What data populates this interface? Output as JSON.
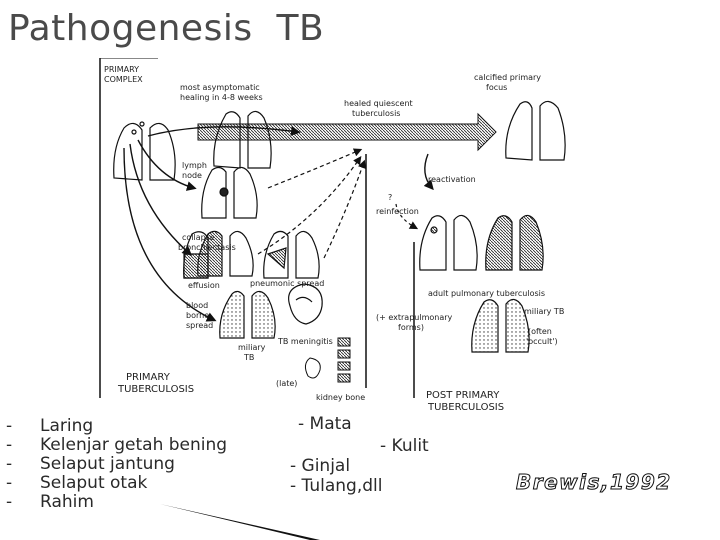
{
  "title": "Pathogenesis  TB",
  "diagram": {
    "primary_complex": [
      "PRIMARY",
      "COMPLEX"
    ],
    "most_asymptomatic": [
      "most asymptomatic",
      "healing in 4-8 weeks"
    ],
    "healed_quiescent": [
      "healed quiescent",
      "tuberculosis"
    ],
    "calcified_primary": [
      "calcified primary",
      "focus"
    ],
    "lymph_node": [
      "lymph",
      "node"
    ],
    "reactivation": "reactivation",
    "reinfection_q": "?",
    "reinfection": "reinfection",
    "collapse": [
      "collapse",
      "bronchiectasis"
    ],
    "effusion": "effusion",
    "pneumonic_spread": "pneumonic spread",
    "adult_pulmonary": "adult pulmonary tuberculosis",
    "blood_borne": [
      "blood",
      "borne",
      "spread"
    ],
    "miliary_tb_left": [
      "miliary",
      "TB"
    ],
    "tb_meningitis": "TB meningitis",
    "extrapulmonary": [
      "(+ extrapulmonary",
      "forms)"
    ],
    "miliary_tb_right": [
      "miliary TB",
      "(often",
      "'occult')"
    ],
    "late": "(late)",
    "kidney_bone": "kidney bone",
    "primary_tb": [
      "PRIMARY",
      "TUBERCULOSIS"
    ],
    "post_primary_tb": [
      "POST PRIMARY",
      "TUBERCULOSIS"
    ]
  },
  "bullets": [
    "Laring",
    "Kelenjar getah bening",
    "Selaput jantung",
    "Selaput otak",
    "Rahim"
  ],
  "sites": {
    "mata": "- Mata",
    "kulit": "- Kulit",
    "ginjal": "- Ginjal",
    "tulang": "- Tulang,dll"
  },
  "citation": "Brewis,1992"
}
